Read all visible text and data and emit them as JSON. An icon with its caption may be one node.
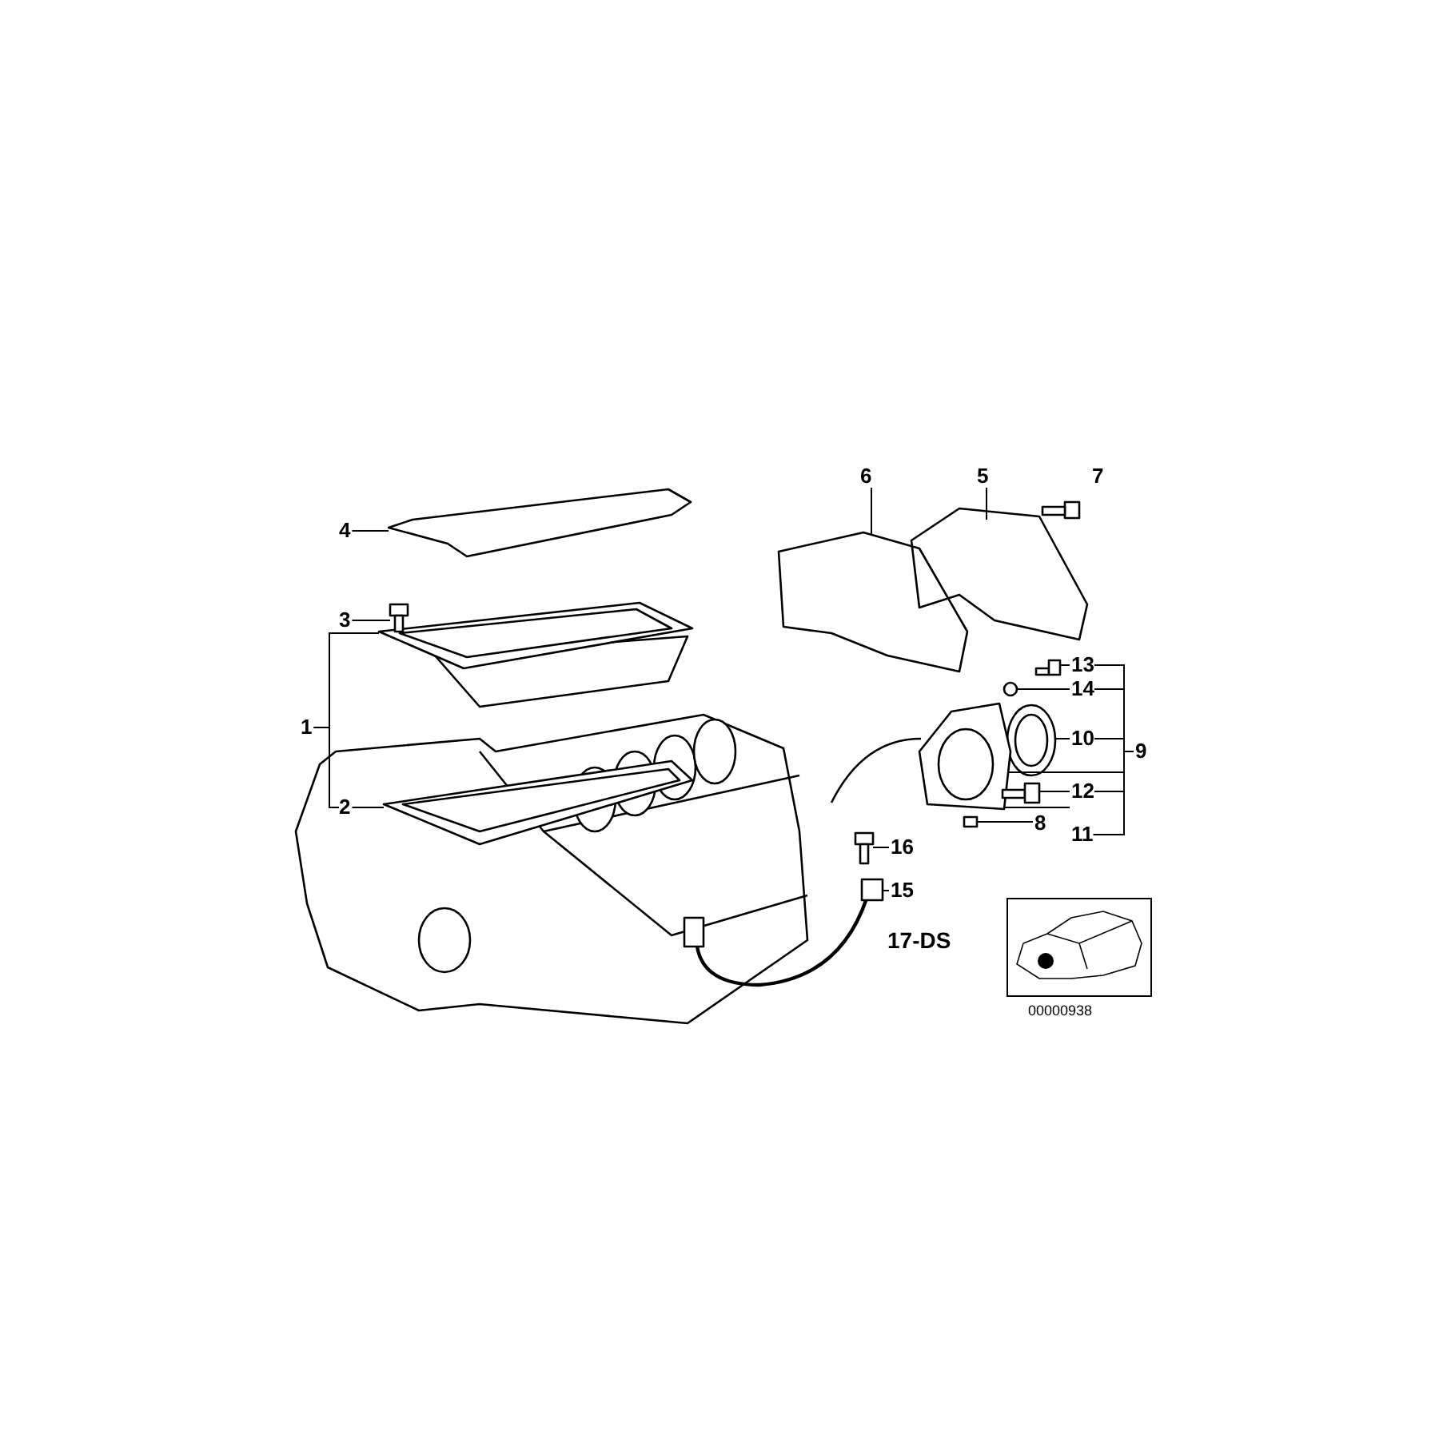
{
  "diagram": {
    "nodes": [
      {
        "text": [
          "1"
        ]
      },
      {
        "text": [
          "2"
        ]
      },
      {
        "text": [
          "3"
        ]
      },
      {
        "text": [
          "4"
        ]
      },
      {
        "text": [
          "5"
        ]
      },
      {
        "text": [
          "6"
        ]
      },
      {
        "text": [
          "8"
        ]
      },
      {
        "text": [
          "9"
        ]
      },
      {
        "text": [
          "10"
        ]
      },
      {
        "text": [
          "11"
        ]
      },
      {
        "text": [
          "12"
        ]
      },
      {
        "text": [
          "13"
        ]
      },
      {
        "text": [
          "14"
        ]
      },
      {
        "text": [
          "15"
        ]
      },
      {
        "text": [
          "16"
        ]
      },
      {
        "text": [],
        "shape": "picture"
      },
      {
        "text": [],
        "shape": "picture"
      },
      {
        "text": [],
        "shape": "picture"
      },
      {
        "text": [],
        "shape": "picture"
      },
      {
        "text": [],
        "shape": "picture"
      },
      {
        "text": [],
        "shape": "picture"
      },
      {
        "text": [],
        "shape": "picture"
      },
      {
        "text": [],
        "shape": "picture"
      },
      {
        "text": [],
        "shape": "picture"
      },
      {
        "text": [],
        "shape": "picture"
      },
      {
        "text": [],
        "shape": "picture"
      },
      {
        "text": [],
        "shape": "picture"
      },
      {
        "text": [],
        "shape": "picture"
      },
      {
        "text": [],
        "shape": "picture"
      }
    ],
    "edges": [
      {
        "from": 0,
        "to": 15,
        "arrow": "none"
      },
      {
        "from": 0,
        "to": 1,
        "arrow": "none"
      },
      {
        "from": 1,
        "to": 16,
        "arrow": "none"
      },
      {
        "from": 2,
        "to": 17,
        "arrow": "none"
      },
      {
        "from": 3,
        "to": 18,
        "arrow": "none"
      },
      {
        "from": 5,
        "to": 20,
        "arrow": "none"
      },
      {
        "from": 4,
        "to": 19,
        "arrow": "none"
      },
      {
        "from": 11,
        "to": 25,
        "arrow": "none"
      },
      {
        "from": 12,
        "to": 26,
        "arrow": "none"
      },
      {
        "from": 8,
        "to": 22,
        "arrow": "none"
      },
      {
        "from": 10,
        "to": 24,
        "arrow": "none"
      },
      {
        "from": 6,
        "to": 21,
        "arrow": "none"
      },
      {
        "from": 9,
        "to": 23,
        "arrow": "none"
      },
      {
        "from": 7,
        "to": 23,
        "arrow": "none"
      },
      {
        "from": 14,
        "to": 28,
        "arrow": "none"
      },
      {
        "from": 13,
        "to": 27,
        "arrow": "none"
      },
      {
        "from": 7,
        "to": 11,
        "arrow": "none"
      },
      {
        "from": 7,
        "to": 12,
        "arrow": "none"
      },
      {
        "from": 7,
        "to": 8,
        "arrow": "none"
      },
      {
        "from": 7,
        "to": 10,
        "arrow": "none"
      },
      {
        "from": 7,
        "to": 9,
        "arrow": "none"
      }
    ],
    "labels": [
      "7",
      "17-DS",
      "00000938"
    ]
  }
}
